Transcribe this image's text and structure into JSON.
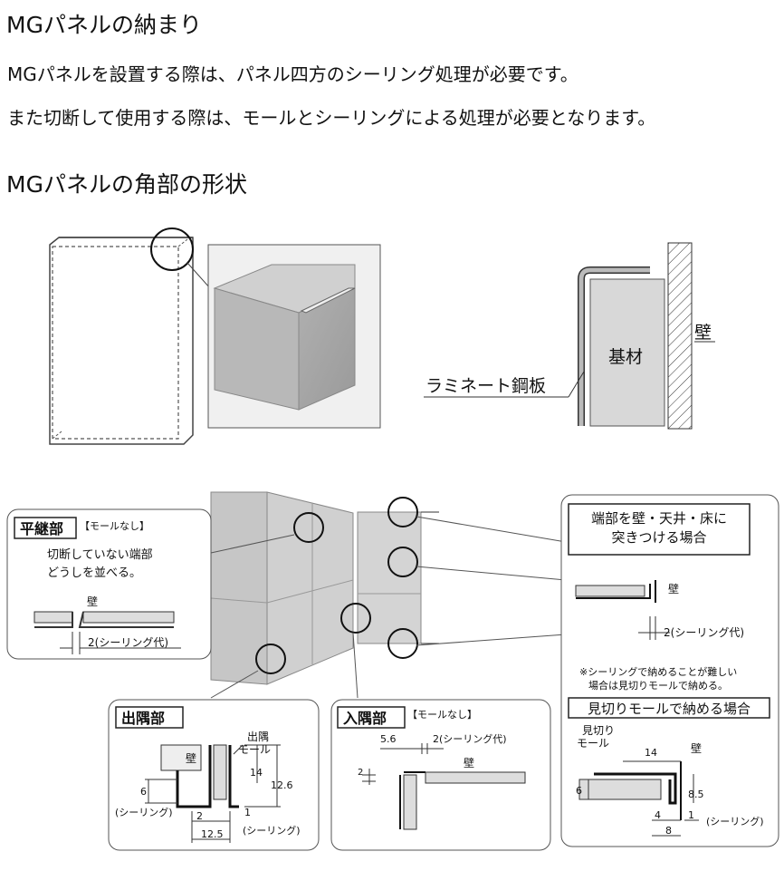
{
  "heading1": "MGパネルの納まり",
  "para1": "MGパネルを設置する際は、パネル四方のシーリング処理が必要です。",
  "para2": "また切断して使用する際は、モールとシーリングによる処理が必要となります。",
  "heading2": "MGパネルの角部の形状",
  "top": {
    "label_laminate": "ラミネート鋼板",
    "label_base": "基材",
    "label_wall": "壁"
  },
  "flat_joint": {
    "title": "平継部",
    "note": "【モールなし】",
    "desc1": "切断していない端部",
    "desc2": "どうしを並べる。",
    "wall": "壁",
    "dim": "2(シーリング代)"
  },
  "outside_corner": {
    "title": "出隅部",
    "wall": "壁",
    "mold1": "出隅",
    "mold2": "モール",
    "d6": "6",
    "d14": "14",
    "d12_6": "12.6",
    "d1": "1",
    "d2": "2",
    "d12_5": "12.5",
    "seal_left": "(シーリング)",
    "seal_right": "(シーリング)"
  },
  "inside_corner": {
    "title": "入隅部",
    "note": "【モールなし】",
    "d5_6": "5.6",
    "dim": "2(シーリング代)",
    "d2": "2",
    "wall": "壁"
  },
  "end_part": {
    "title1": "端部を壁・天井・床に",
    "title2": "突きつける場合",
    "wall": "壁",
    "dim": "2(シーリング代)",
    "note1": "※シーリングで納めることが難しい",
    "note2": "場合は見切りモールで納める。",
    "subtitle": "見切りモールで納める場合",
    "mold1": "見切り",
    "mold2": "モール",
    "d14": "14",
    "wall2": "壁",
    "d6": "6",
    "d8_5": "8.5",
    "d4": "4",
    "d8": "8",
    "d1": "1",
    "seal": "(シーリング)"
  }
}
